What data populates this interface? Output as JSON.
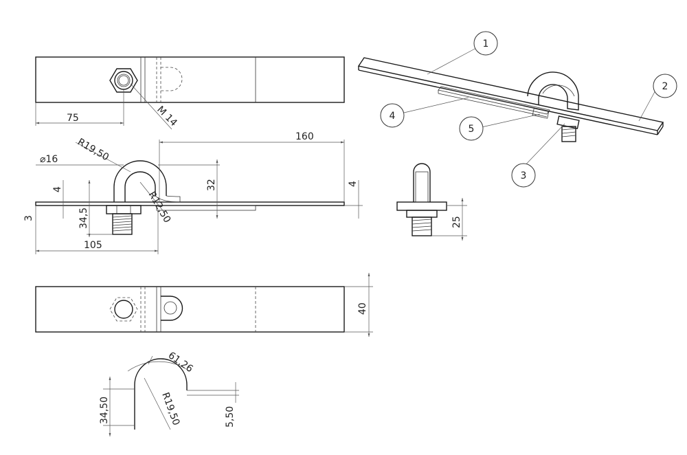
{
  "dimensions": {
    "top_75": "75",
    "top_m14": "M 14",
    "front_160": "160",
    "front_r1950": "R19,50",
    "front_dia16": "⌀16",
    "front_32": "32",
    "front_4_left": "4",
    "front_4_right": "4",
    "front_3": "3",
    "front_345": "34,5",
    "front_r1250": "R12,50",
    "front_105": "105",
    "side_25": "25",
    "bottom_40": "40",
    "detail_6126": "61,26",
    "detail_3450": "34,50",
    "detail_r1950": "R19,50",
    "detail_550": "5,50"
  },
  "balloons": [
    "1",
    "2",
    "3",
    "4",
    "5"
  ]
}
